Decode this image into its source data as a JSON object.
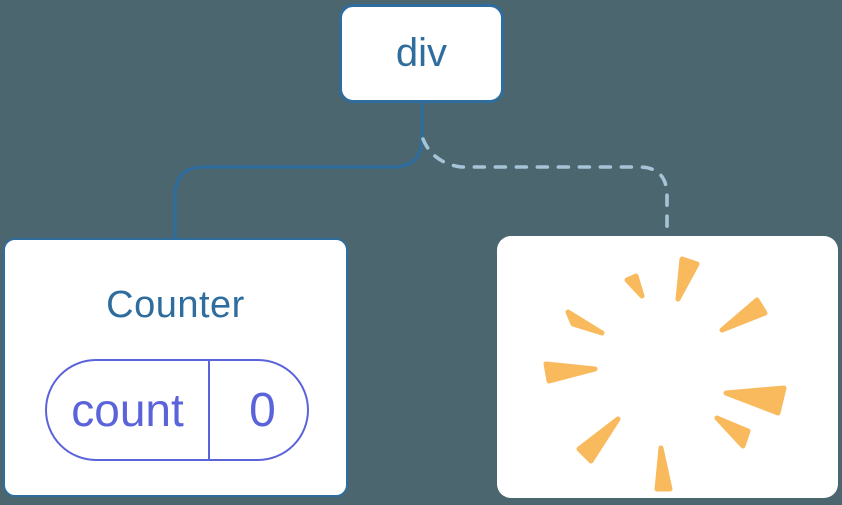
{
  "diagram": {
    "root_node": {
      "label": "div"
    },
    "counter_node": {
      "title": "Counter",
      "state": {
        "key": "count",
        "value": "0"
      }
    },
    "removed_node": {
      "icon": "poof-burst-icon"
    },
    "edges": [
      {
        "style": "solid"
      },
      {
        "style": "dashed"
      }
    ],
    "colors": {
      "background": "#4b666e",
      "node_fill": "#ffffff",
      "node_border": "#2e6d9d",
      "label_text": "#2e6d9d",
      "edge_solid": "#2e6d9d",
      "edge_dashed": "#a6c3d8",
      "state_accent": "#5b63da",
      "poof_orange": "#f9ba5e"
    }
  }
}
